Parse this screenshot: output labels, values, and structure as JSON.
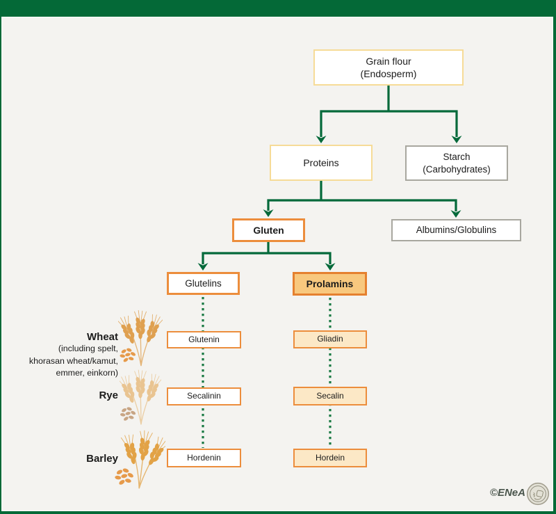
{
  "frame": {
    "header_bar_color": "#046937",
    "background": "#f4f3f0"
  },
  "colors": {
    "arrow_green": "#04693a",
    "dotted_green": "#1a7a44",
    "yellow_border": "#f6db97",
    "gray_border": "#a8a79f",
    "orange_border": "#ec8d3c",
    "orange_fill": "#f8c87e",
    "peach_fill": "#fce8c6",
    "wheat_gold": "#dfa050",
    "rye_pale": "#e9c491",
    "barley_orange": "#e2a246"
  },
  "nodes": {
    "grain_flour": {
      "line1": "Grain flour",
      "line2": "(Endosperm)"
    },
    "proteins": {
      "label": "Proteins"
    },
    "starch": {
      "line1": "Starch",
      "line2": "(Carbohydrates)"
    },
    "gluten": {
      "label": "Gluten"
    },
    "albumins_globulins": {
      "label": "Albumins/Globulins"
    },
    "glutelins": {
      "label": "Glutelins"
    },
    "prolamins": {
      "label": "Prolamins"
    }
  },
  "rows": [
    {
      "grain": "Wheat",
      "notes": [
        "(including spelt,",
        "khorasan wheat/kamut,",
        "emmer, einkorn)"
      ],
      "glutelin": "Glutenin",
      "prolamin": "Gliadin"
    },
    {
      "grain": "Rye",
      "notes": [],
      "glutelin": "Secalinin",
      "prolamin": "Secalin"
    },
    {
      "grain": "Barley",
      "notes": [],
      "glutelin": "Hordenin",
      "prolamin": "Hordein"
    }
  ],
  "credit": {
    "text": "©ENeA"
  }
}
